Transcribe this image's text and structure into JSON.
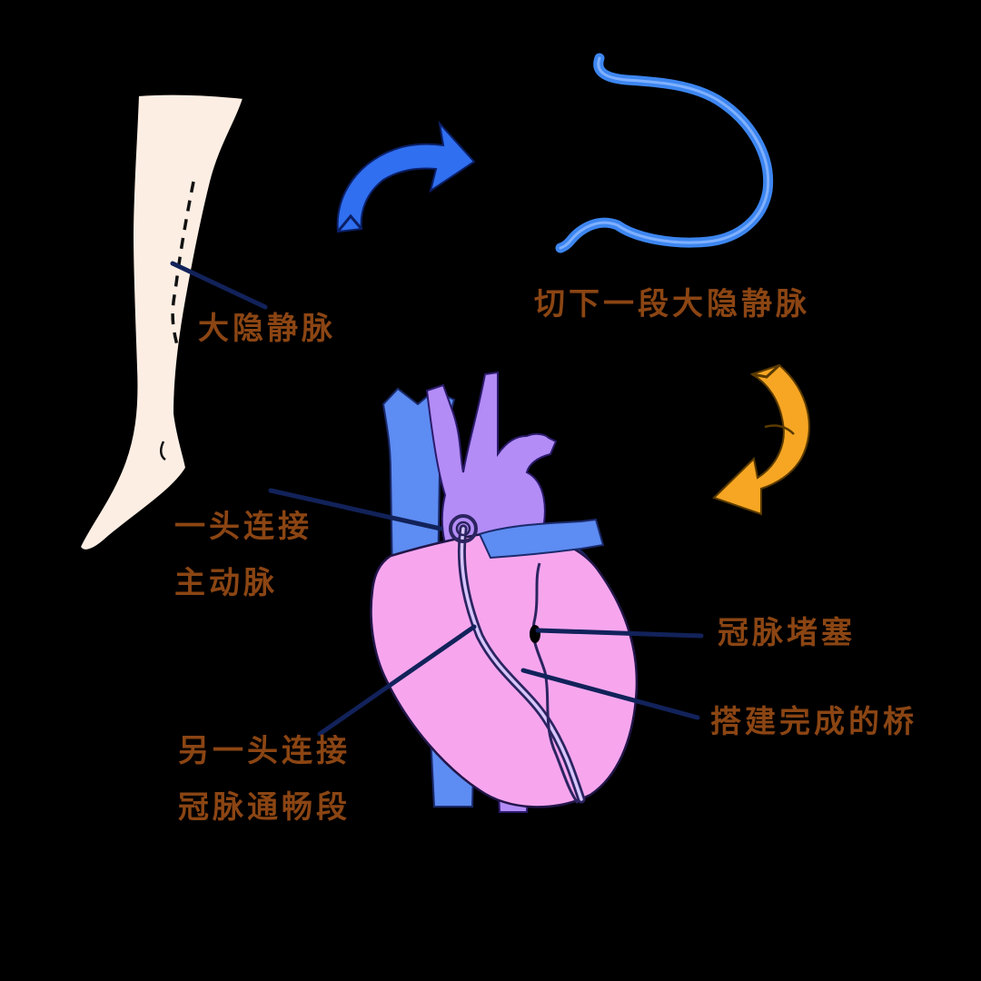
{
  "labels": {
    "saphenous_vein": "大隐静脉",
    "cut_segment": "切下一段大隐静脉",
    "one_end_line1": "一头连接",
    "one_end_line2": "主动脉",
    "blockage": "冠脉堵塞",
    "completed_bridge": "搭建完成的桥",
    "other_end_line1": "另一头连接",
    "other_end_line2": "冠脉通畅段"
  },
  "colors": {
    "background": "#000000",
    "label_text": "#8b4513",
    "leg_skin": "#fdeee4",
    "vein_blue": "#3d86f0",
    "arrow_blue": "#2f6ff0",
    "arrow_orange": "#f6a623",
    "heart_pink": "#f7a6ee",
    "aorta_purple": "#b38cf6",
    "vena_blue": "#5d8cf2",
    "leader_line": "#12225a"
  },
  "icons": {
    "leg": "leg-illustration",
    "vein": "vein-segment-illustration",
    "arrow1": "curved-arrow-icon",
    "arrow2": "curved-arrow-icon",
    "heart": "heart-illustration"
  }
}
